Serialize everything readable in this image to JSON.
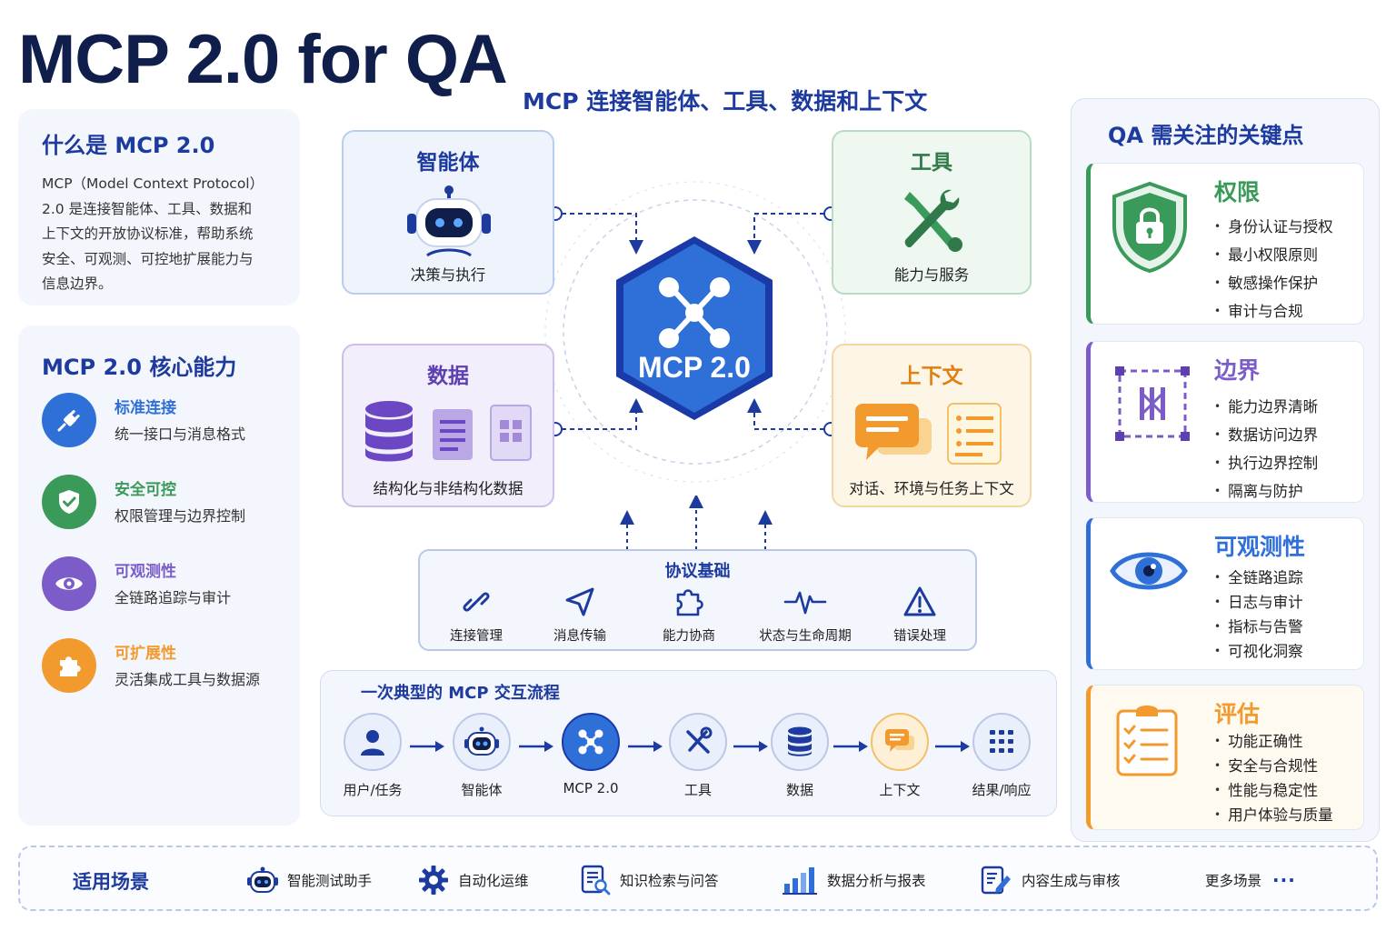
{
  "header": {
    "title": "MCP 2.0 for QA",
    "subtitle": "MCP 连接智能体、工具、数据和上下文"
  },
  "what": {
    "title": "什么是 MCP 2.0",
    "lines": [
      "MCP（Model Context Protocol）",
      "2.0 是连接智能体、工具、数据和",
      "上下文的开放协议标准，帮助系统",
      "安全、可观测、可控地扩展能力与",
      "信息边界。"
    ]
  },
  "core": {
    "title": "MCP 2.0 核心能力",
    "items": [
      {
        "name": "标准连接",
        "desc": "统一接口与消息格式",
        "color": "#2f6fd8",
        "icon": "plug-icon"
      },
      {
        "name": "安全可控",
        "desc": "权限管理与边界控制",
        "color": "#3a9a5a",
        "icon": "shield-check-icon"
      },
      {
        "name": "可观测性",
        "desc": "全链路追踪与审计",
        "color": "#7b5cc8",
        "icon": "eye-icon"
      },
      {
        "name": "可扩展性",
        "desc": "灵活集成工具与数据源",
        "color": "#f29a2e",
        "icon": "puzzle-icon"
      }
    ]
  },
  "hub": {
    "label": "MCP 2.0",
    "cards": {
      "agent": {
        "title": "智能体",
        "sub": "决策与执行",
        "icon": "robot-icon"
      },
      "tools": {
        "title": "工具",
        "sub": "能力与服务",
        "icon": "tools-icon"
      },
      "data": {
        "title": "数据",
        "sub": "结构化与非结构化数据",
        "icon": "database-icon"
      },
      "context": {
        "title": "上下文",
        "sub": "对话、环境与任务上下文",
        "icon": "chat-icon"
      }
    }
  },
  "protocol": {
    "title": "协议基础",
    "items": [
      {
        "label": "连接管理",
        "icon": "link-icon"
      },
      {
        "label": "消息传输",
        "icon": "send-icon"
      },
      {
        "label": "能力协商",
        "icon": "puzzle-icon"
      },
      {
        "label": "状态与生命周期",
        "icon": "pulse-icon"
      },
      {
        "label": "错误处理",
        "icon": "warning-icon"
      }
    ]
  },
  "flow": {
    "title": "一次典型的 MCP 交互流程",
    "steps": [
      {
        "label": "用户/任务",
        "icon": "user-icon"
      },
      {
        "label": "智能体",
        "icon": "robot-icon"
      },
      {
        "label": "MCP 2.0",
        "icon": "hub-icon"
      },
      {
        "label": "工具",
        "icon": "tools-icon"
      },
      {
        "label": "数据",
        "icon": "database-icon"
      },
      {
        "label": "上下文",
        "icon": "chat-icon"
      },
      {
        "label": "结果/响应",
        "icon": "grid-icon"
      }
    ]
  },
  "qa": {
    "title": "QA 需关注的关键点",
    "cards": [
      {
        "title": "权限",
        "color": "#3a9a5a",
        "icon": "shield-lock-icon",
        "items": [
          "身份认证与授权",
          "最小权限原则",
          "敏感操作保护",
          "审计与合规"
        ]
      },
      {
        "title": "边界",
        "color": "#7b5cc8",
        "icon": "boundary-icon",
        "items": [
          "能力边界清晰",
          "数据访问边界",
          "执行边界控制",
          "隔离与防护"
        ]
      },
      {
        "title": "可观测性",
        "color": "#2f6fd8",
        "icon": "eye-icon",
        "items": [
          "全链路追踪",
          "日志与审计",
          "指标与告警",
          "可视化洞察"
        ]
      },
      {
        "title": "评估",
        "color": "#f29a2e",
        "icon": "clipboard-check-icon",
        "items": [
          "功能正确性",
          "安全与合规性",
          "性能与稳定性",
          "用户体验与质量"
        ]
      }
    ]
  },
  "scenes": {
    "title": "适用场景",
    "items": [
      {
        "label": "智能测试助手",
        "icon": "robot-icon"
      },
      {
        "label": "自动化运维",
        "icon": "gear-icon"
      },
      {
        "label": "知识检索与问答",
        "icon": "doc-search-icon"
      },
      {
        "label": "数据分析与报表",
        "icon": "bar-chart-icon"
      },
      {
        "label": "内容生成与审核",
        "icon": "edit-doc-icon"
      },
      {
        "label": "更多场景",
        "icon": "more-icon"
      }
    ],
    "more_glyph": "···"
  },
  "colors": {
    "primary": "#1d3a9e",
    "hub": "#2f6fd8",
    "green": "#3a9a5a",
    "purple": "#7b5cc8",
    "orange": "#f29a2e"
  }
}
